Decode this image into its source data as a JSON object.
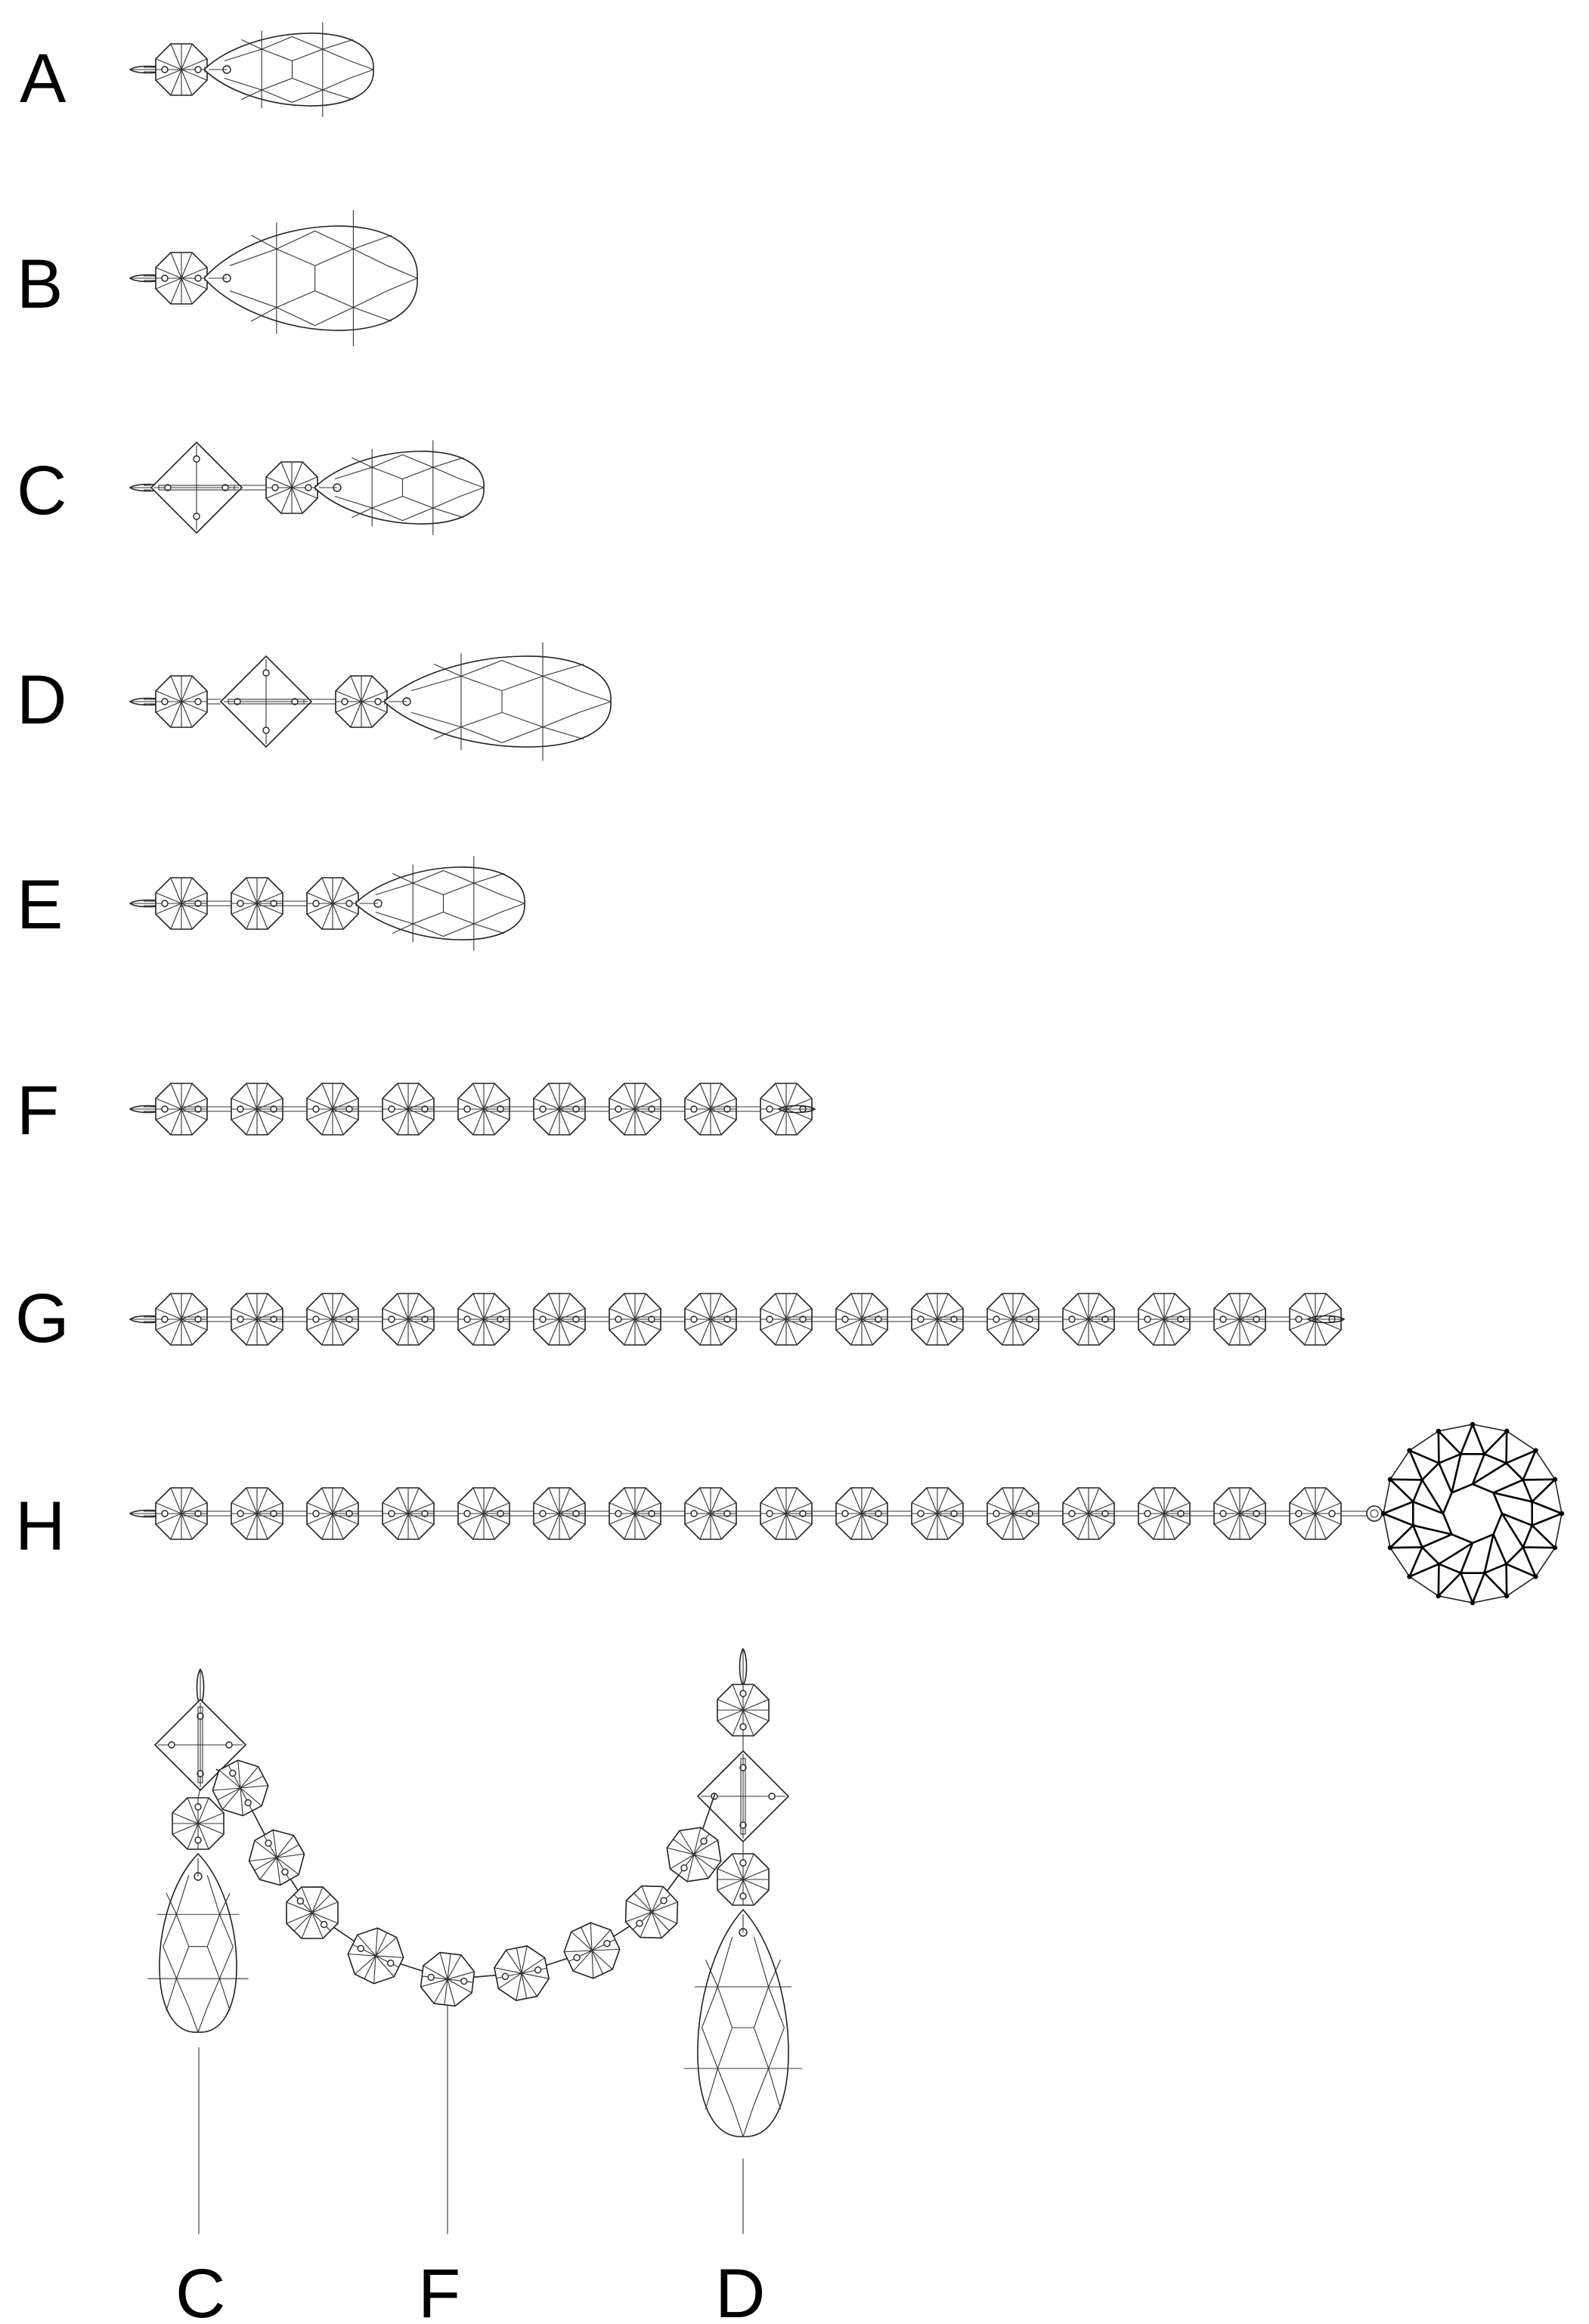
{
  "diagram": {
    "rows": [
      {
        "label": "A",
        "sequence": [
          "hook",
          "octagon",
          "pendalogue-small"
        ]
      },
      {
        "label": "B",
        "sequence": [
          "hook",
          "octagon",
          "pendalogue-medium"
        ]
      },
      {
        "label": "C",
        "sequence": [
          "hook",
          "square",
          "octagon",
          "pendalogue-small"
        ]
      },
      {
        "label": "D",
        "sequence": [
          "hook",
          "octagon",
          "square",
          "octagon",
          "pendalogue-large"
        ]
      },
      {
        "label": "E",
        "sequence": [
          "hook",
          "octagon",
          "octagon",
          "octagon",
          "pendalogue-small"
        ]
      },
      {
        "label": "F",
        "sequence": [
          "hook",
          "octagon",
          "octagon",
          "octagon",
          "octagon",
          "octagon",
          "octagon",
          "octagon",
          "octagon",
          "octagon",
          "hook"
        ]
      },
      {
        "label": "G",
        "sequence": [
          "hook",
          "octagon",
          "octagon",
          "octagon",
          "octagon",
          "octagon",
          "octagon",
          "octagon",
          "octagon",
          "octagon",
          "octagon",
          "octagon",
          "octagon",
          "octagon",
          "octagon",
          "octagon",
          "octagon",
          "hook"
        ]
      },
      {
        "label": "H",
        "sequence": [
          "hook",
          "octagon",
          "octagon",
          "octagon",
          "octagon",
          "octagon",
          "octagon",
          "octagon",
          "octagon",
          "octagon",
          "octagon",
          "octagon",
          "octagon",
          "octagon",
          "octagon",
          "octagon",
          "octagon",
          "ring",
          "faceted-ball"
        ]
      }
    ],
    "assembly_labels": [
      "C",
      "F",
      "D"
    ]
  }
}
